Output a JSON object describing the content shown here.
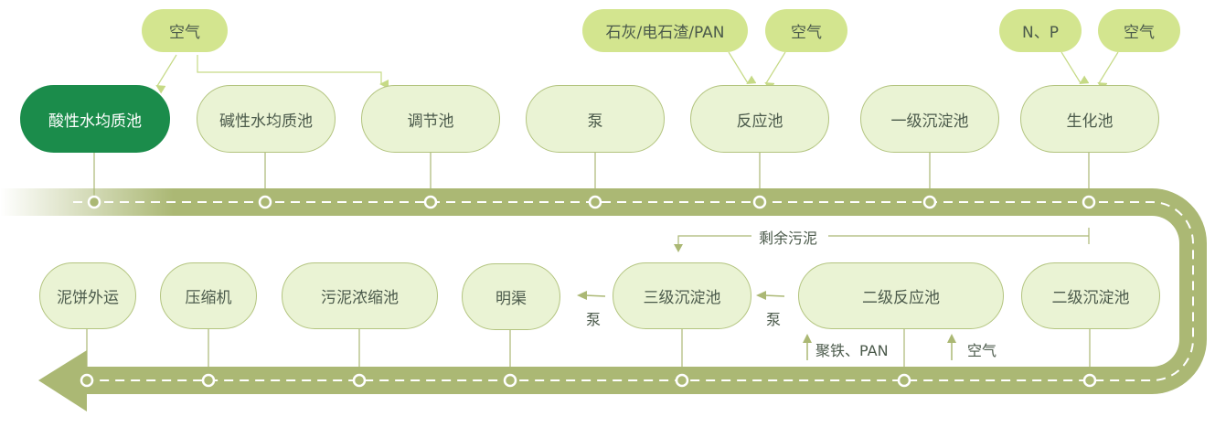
{
  "colors": {
    "road": "#abb874",
    "node_fill": "#eaf3d4",
    "node_border": "#b3c47f",
    "node_active": "#1b8c4b",
    "input_fill": "#d3e58f",
    "connector": "#c6da86",
    "text": "#4b5a4b"
  },
  "top_row": [
    {
      "label": "酸性水均质池",
      "active": true
    },
    {
      "label": "碱性水均质池"
    },
    {
      "label": "调节池"
    },
    {
      "label": "泵"
    },
    {
      "label": "反应池"
    },
    {
      "label": "一级沉淀池"
    },
    {
      "label": "生化池"
    }
  ],
  "bottom_row": [
    {
      "label": "二级沉淀池"
    },
    {
      "label": "二级反应池"
    },
    {
      "label": "三级沉淀池"
    },
    {
      "label": "明渠"
    },
    {
      "label": "污泥浓缩池"
    },
    {
      "label": "压缩机"
    },
    {
      "label": "泥饼外运"
    }
  ],
  "inputs": {
    "air_1": "空气",
    "lime": "石灰/电石渣/PAN",
    "air_2": "空气",
    "np": "N、P",
    "air_3": "空气"
  },
  "annotations": {
    "excess_sludge": "剩余污泥",
    "pump_1": "泵",
    "pump_2": "泵",
    "iron_pan": "聚铁、PAN",
    "air_4": "空气"
  }
}
